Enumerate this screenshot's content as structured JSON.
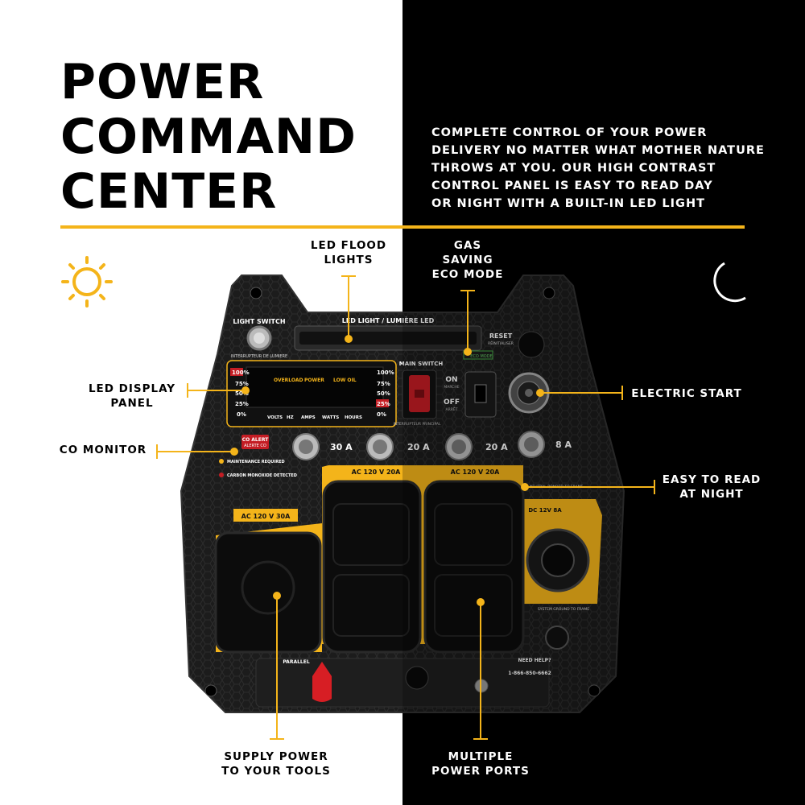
{
  "title": [
    "POWER",
    "COMMAND",
    "CENTER"
  ],
  "description": [
    "COMPLETE CONTROL OF YOUR POWER",
    "DELIVERY NO MATTER WHAT MOTHER NATURE",
    "THROWS AT YOU. OUR HIGH CONTRAST",
    "CONTROL PANEL IS EASY TO READ DAY",
    "OR NIGHT WITH A BUILT-IN LED LIGHT"
  ],
  "callouts": {
    "led_flood_lights": [
      "LED FLOOD",
      "LIGHTS"
    ],
    "gas_saving": [
      "GAS",
      "SAVING",
      "ECO MODE"
    ],
    "led_display_panel": [
      "LED DISPLAY",
      "PANEL"
    ],
    "co_monitor": "CO MONITOR",
    "electric_start": "ELECTRIC START",
    "easy_to_read": [
      "EASY TO READ",
      "AT NIGHT"
    ],
    "supply_power": [
      "SUPPLY POWER",
      "TO YOUR TOOLS"
    ],
    "multiple_ports": [
      "MULTIPLE",
      "POWER PORTS"
    ]
  },
  "panel": {
    "light_switch": "LIGHT SWITCH",
    "light_switch_fr": "INTERRUPTEUR DE LUMIERE",
    "led_light": "LED LIGHT / LUMIÈRE LED",
    "reset": "RESET",
    "reset_fr": "RÉINITIALISER",
    "eco_mode": "ECO MODE",
    "main_switch": "MAIN SWITCH",
    "on": "ON",
    "on_fr": "MARCHE",
    "off": "OFF",
    "off_fr": "ARRÊT",
    "main_switch_fr": "INTERRUPTEUR PRINCIPAL",
    "overload": "OVERLOAD",
    "power": "POWER",
    "low_oil": "LOW OIL",
    "volts": "VOLTS",
    "hz": "HZ",
    "amps": "AMPS",
    "watts": "WATTS",
    "hours": "HOURS",
    "pct_left": [
      "100%",
      "75%",
      "50%",
      "25%",
      "0%"
    ],
    "pct_right": [
      "100%",
      "75%",
      "50%",
      "25%",
      "0%"
    ],
    "co_alert": "CO ALERT",
    "co_alert_fr": "ALERTE CO",
    "maintenance": "MAINTENANCE REQUIRED",
    "co_detected": "CARBON MONOXIDE DETECTED",
    "breakers": [
      "30 A",
      "20 A",
      "20 A",
      "8 A"
    ],
    "outlet_30a": "AC 120 V 30A",
    "outlet_20a_1": "AC 120 V 20A",
    "outlet_20a_2": "AC 120 V 20A",
    "dc": "DC 12V  8A",
    "neutral": "NEUTRAL BONDED TO FRAME",
    "system_ground": "SYSTEM GROUND TO FRAME",
    "parallel": "PARALLEL",
    "need_help": "NEED HELP?",
    "phone": "1-866-850-6662"
  },
  "colors": {
    "accent": "#f4b41a",
    "panel": "#141414",
    "black": "#000000",
    "white": "#ffffff"
  },
  "icons": {
    "sun": "sun-icon",
    "moon": "moon-icon"
  }
}
